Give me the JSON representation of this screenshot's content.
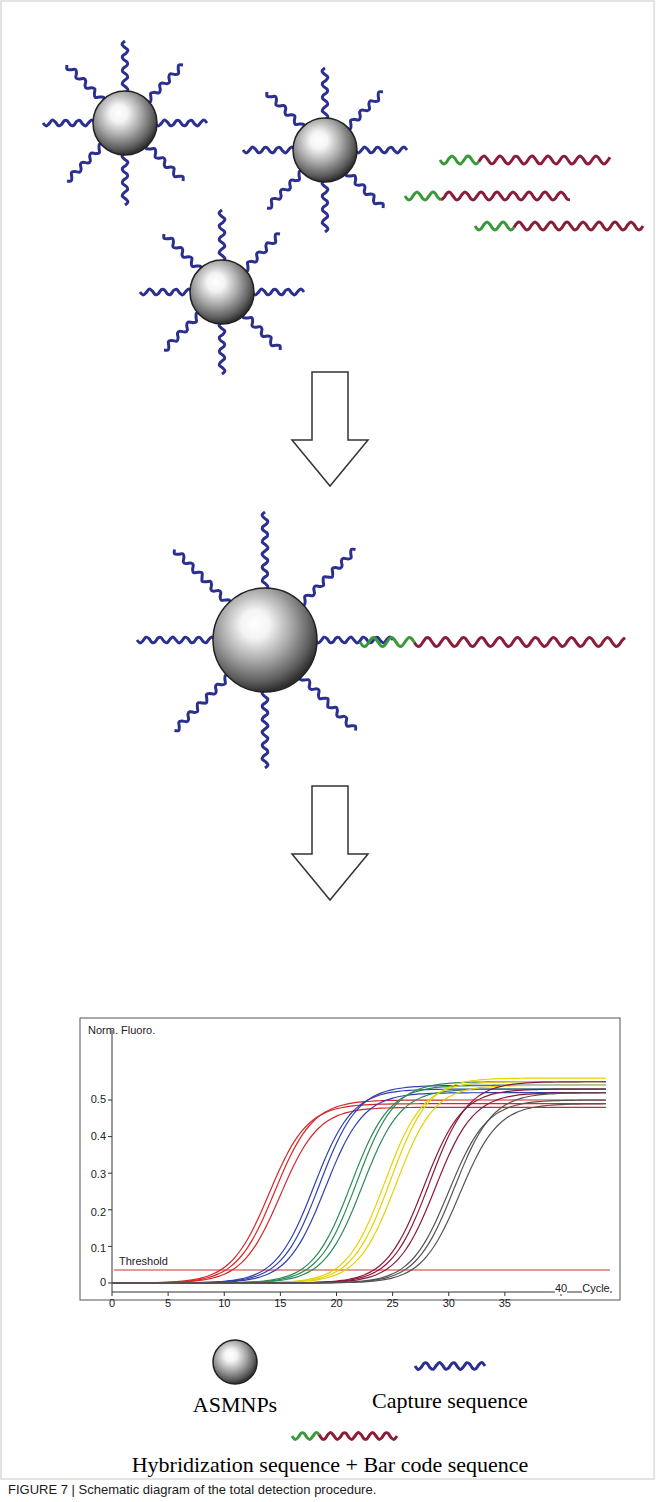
{
  "diagram": {
    "caption": "FIGURE 7 | Schematic diagram of the total detection procedure.",
    "labels": [
      "Norm. Fluoro.",
      "0.5",
      "0.4",
      "0.3",
      "0.2",
      "0.1",
      "0",
      "Threshold",
      "0",
      "5",
      "10",
      "15",
      "20",
      "25",
      "30",
      "35",
      "40",
      "Cycle"
    ],
    "legend": [
      {
        "text": "ASMNPs"
      },
      {
        "text": "Capture sequence"
      },
      {
        "text": "Hybridization sequence + Bar code sequence"
      }
    ]
  }
}
